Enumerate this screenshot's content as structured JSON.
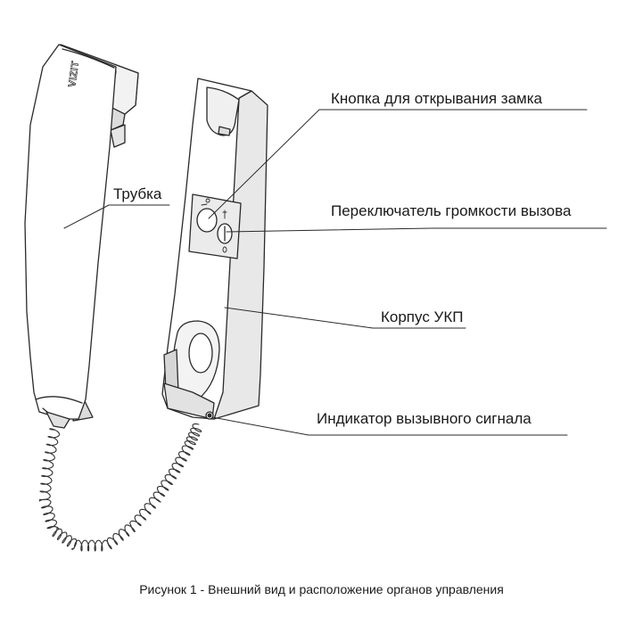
{
  "brand_logo": "VIZIT",
  "labels": {
    "handset": "Трубка",
    "lock_button": "Кнопка для открывания замка",
    "volume_switch": "Переключатель громкости вызова",
    "body": "Корпус УКП",
    "indicator": "Индикатор вызывного сигнала"
  },
  "caption": "Рисунок 1 - Внешний вид и расположение органов управления",
  "colors": {
    "line": "#2a2a2a",
    "fill": "#ffffff",
    "shade": "#d9d9d9",
    "panel": "#ececec"
  }
}
